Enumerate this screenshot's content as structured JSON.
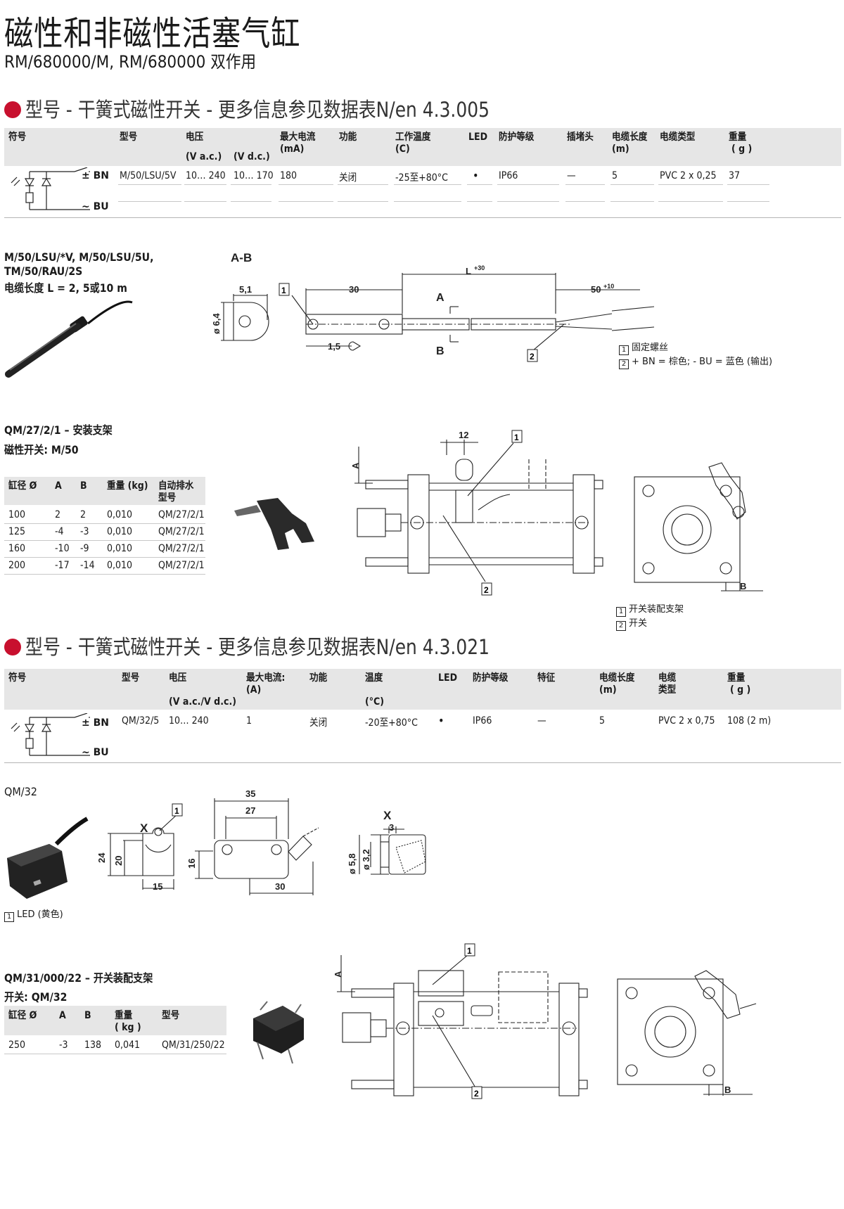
{
  "header": {
    "title": "磁性和非磁性活塞气缸",
    "subtitle": "RM/680000/M, RM/680000  双作用"
  },
  "colors": {
    "accent": "#c8102e",
    "table_header_bg": "#e6e6e6"
  },
  "section1": {
    "heading": "型号 - 干簧式磁性开关 - 更多信息参见数据表N/en 4.3.005",
    "headers": {
      "symbol": "符号",
      "model": "型号",
      "voltage": "电压",
      "voltage_ac": "(V a.c.)",
      "voltage_dc": "(V d.c.)",
      "max_current": "最大电流",
      "max_current_unit": "(mA)",
      "function": "功能",
      "temp": "工作温度",
      "temp_unit": "(C)",
      "led": "LED",
      "protection": "防护等级",
      "plug": "插堵头",
      "cable_len": "电缆长度",
      "cable_len_unit": "(m)",
      "cable_type": "电缆类型",
      "weight": "重量",
      "weight_unit": "( g )"
    },
    "row": {
      "model": "M/50/LSU/5V",
      "v_ac": "10… 240",
      "v_dc": "10… 170",
      "max_current": "180",
      "function": "关闭",
      "temp": "-25至+80°C",
      "led": "•",
      "protection": "IP66",
      "plug": "—",
      "cable_len": "5",
      "cable_type": "PVC 2 x 0,25",
      "weight": "37"
    },
    "wire_bn": "± BN",
    "wire_bu": "~ BU"
  },
  "sensor1": {
    "label1": "M/50/LSU/*V, M/50/LSU/5U,",
    "label2": "TM/50/RAU/2S",
    "label3": "电缆长度 L = 2, 5或10 m",
    "drawing": {
      "ab": "A-B",
      "dim_51": "5,1",
      "dim_64": "ø 6,4",
      "dim_30": "30",
      "dim_L": "L",
      "dim_L_tol": "+30",
      "dim_50": "50",
      "dim_50_tol": "+10",
      "dim_15": "1,5",
      "A": "A",
      "B": "B",
      "n1": "1",
      "n2": "2"
    },
    "legend1": "固定螺丝",
    "legend2": "+ BN = 棕色; - BU = 蓝色 (输出)"
  },
  "bracket1": {
    "label1": "QM/27/2/1 – 安装支架",
    "label2": "磁性开关:  M/50",
    "headers": {
      "bore": "缸径 Ø",
      "a": "A",
      "b": "B",
      "weight": "重量 (kg)",
      "model": "自动排水",
      "model2": "型号"
    },
    "rows": [
      {
        "bore": "100",
        "a": "2",
        "b": "2",
        "weight": "0,010",
        "model": "QM/27/2/1"
      },
      {
        "bore": "125",
        "a": "-4",
        "b": "-3",
        "weight": "0,010",
        "model": "QM/27/2/1"
      },
      {
        "bore": "160",
        "a": "-10",
        "b": "-9",
        "weight": "0,010",
        "model": "QM/27/2/1"
      },
      {
        "bore": "200",
        "a": "-17",
        "b": "-14",
        "weight": "0,010",
        "model": "QM/27/2/1"
      }
    ],
    "drawing": {
      "dim_12": "12",
      "A": "A",
      "B": "B",
      "n1": "1",
      "n2": "2"
    },
    "legend1": "开关装配支架",
    "legend2": "开关"
  },
  "section2": {
    "heading": "型号 - 干簧式磁性开关 - 更多信息参见数据表N/en 4.3.021",
    "headers": {
      "symbol": "符号",
      "model": "型号",
      "voltage": "电压",
      "voltage_unit": "(V a.c./V d.c.)",
      "max_current": "最大电流:",
      "max_current_unit": "(A)",
      "function": "功能",
      "temp": "温度",
      "temp_unit": "(°C)",
      "led": "LED",
      "protection": "防护等级",
      "feature": "特征",
      "cable_len": "电缆长度",
      "cable_len_unit": "(m)",
      "cable_type": "电缆",
      "cable_type2": "类型",
      "weight": "重量",
      "weight_unit": "( g )"
    },
    "row": {
      "model": "QM/32/5",
      "voltage": "10… 240",
      "max_current": "1",
      "function": "关闭",
      "temp": "-20至+80°C",
      "led": "•",
      "protection": "IP66",
      "feature": "—",
      "cable_len": "5",
      "cable_type": "PVC 2 x 0,75",
      "weight": "108 (2 m)"
    },
    "wire_bn": "± BN",
    "wire_bu": "~ BU"
  },
  "sensor2": {
    "label": "QM/32",
    "drawing": {
      "X": "X",
      "n1": "1",
      "d24": "24",
      "d20": "20",
      "d15": "15",
      "d35": "35",
      "d27": "27",
      "d16": "16",
      "d30": "30",
      "d58": "ø 5,8",
      "d32": "ø 3,2",
      "d3": "3"
    },
    "legend": "LED (黄色)"
  },
  "bracket2": {
    "label1": "QM/31/000/22 – 开关装配支架",
    "label2": "开关:  QM/32",
    "headers": {
      "bore": "缸径 Ø",
      "a": "A",
      "b": "B",
      "weight": "重量",
      "weight_unit": "( kg )",
      "model": "型号"
    },
    "rows": [
      {
        "bore": "250",
        "a": "-3",
        "b": "138",
        "weight": "0,041",
        "model": "QM/31/250/22"
      }
    ],
    "drawing": {
      "A": "A",
      "B": "B",
      "n1": "1",
      "n2": "2"
    }
  }
}
